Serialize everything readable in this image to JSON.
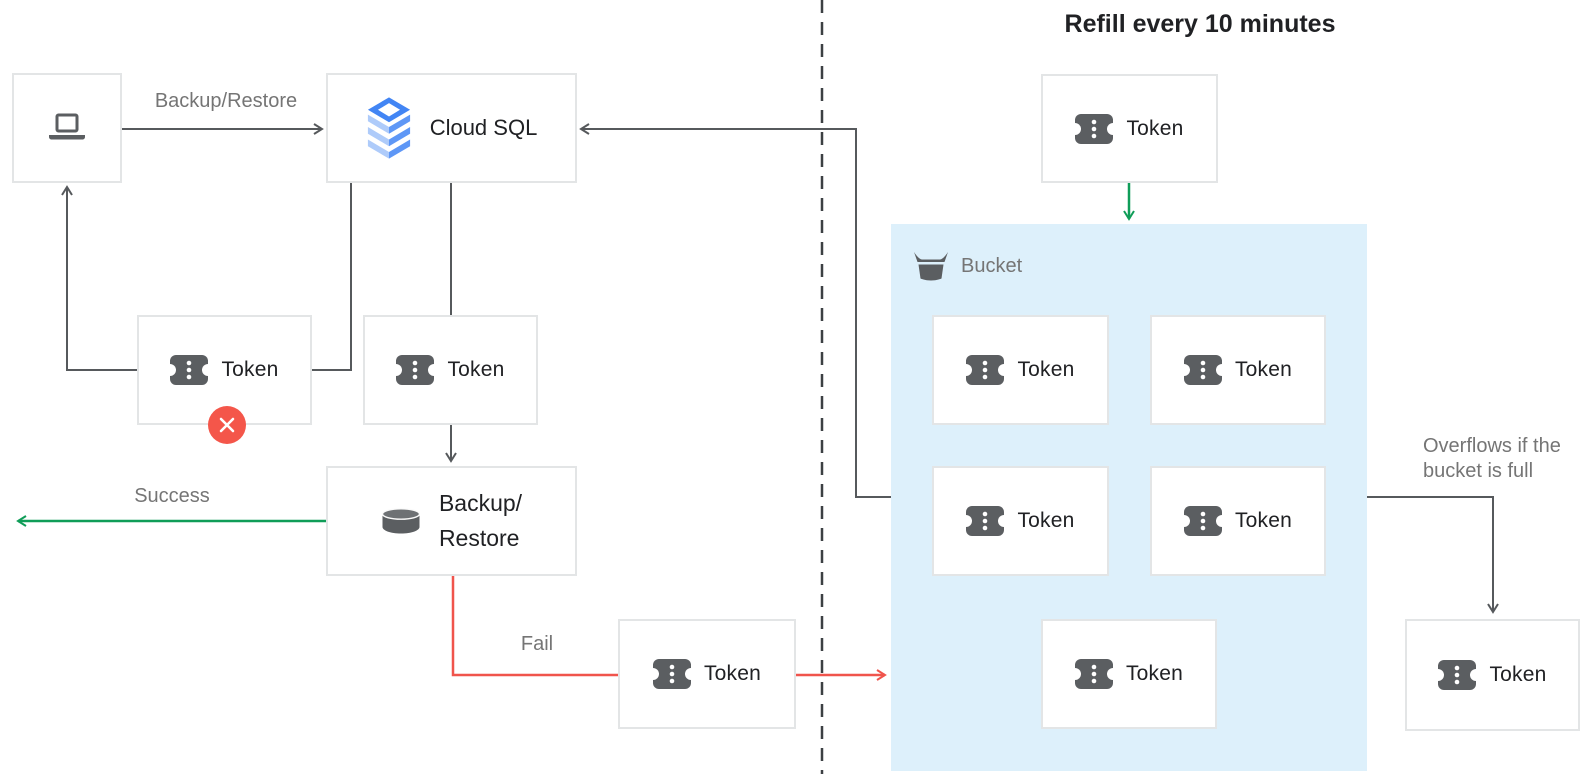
{
  "title": "Refill every 10 minutes",
  "nodes": {
    "cloud_sql": {
      "label": "Cloud SQL"
    },
    "backup_restore": {
      "line1": "Backup/",
      "line2": "Restore"
    },
    "bucket": {
      "label": "Bucket"
    }
  },
  "tokens": {
    "rejected": "Token",
    "request": "Token",
    "failed": "Token",
    "refill": "Token",
    "bucket": [
      "Token",
      "Token",
      "Token",
      "Token",
      "Token"
    ],
    "overflow": "Token"
  },
  "edge_labels": {
    "request": "Backup/Restore",
    "success": "Success",
    "fail": "Fail"
  },
  "overflow_note": {
    "line1": "Overflows if the",
    "line2": "bucket is full"
  },
  "icons": {
    "laptop": "laptop-icon",
    "cloud_sql": "cloud-sql-stack-icon",
    "token": "token-ticket-icon",
    "database": "database-cylinder-icon",
    "bucket": "bucket-icon",
    "error": "error-x-icon"
  },
  "colors": {
    "line_dark": "#56595c",
    "dashed_divider": "#3c4043",
    "success_green": "#0f9d58",
    "fail_red": "#f0544c",
    "error_badge": "#f4564a",
    "bucket_fill": "#ddf0fb",
    "icon_gray": "#5b5e61",
    "label_gray": "#757575",
    "text_dark": "#202124",
    "cloud_sql_blue": "#4285f4",
    "cloud_sql_light_blue": "#aecbfa",
    "box_border": "#e3e5e6"
  }
}
